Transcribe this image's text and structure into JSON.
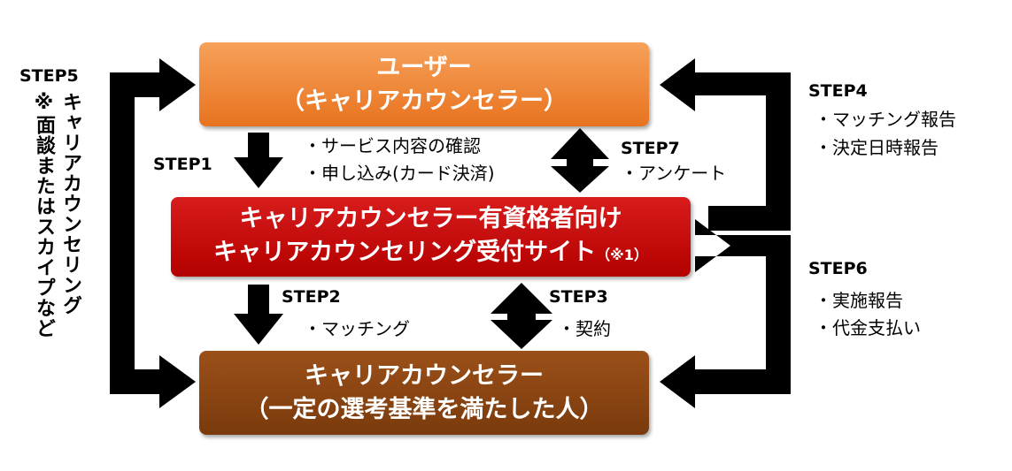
{
  "boxes": {
    "user": {
      "line1": "ユーザー",
      "line2": "（キャリアカウンセラー）"
    },
    "site": {
      "line1": "キャリアカウンセラー有資格者向け",
      "line2": "キャリアカウンセリング受付サイト",
      "note": "（※1）"
    },
    "counselor": {
      "line1": "キャリアカウンセラー",
      "line2": "（一定の選考基準を満たした人）"
    }
  },
  "steps": {
    "step1": {
      "label": "STEP1",
      "items": [
        "・サービス内容の確認",
        "・申し込み(カード決済)"
      ]
    },
    "step2": {
      "label": "STEP2",
      "items": [
        "・マッチング"
      ]
    },
    "step3": {
      "label": "STEP3",
      "items": [
        "・契約"
      ]
    },
    "step4": {
      "label": "STEP4",
      "items": [
        "・マッチング報告",
        "・決定日時報告"
      ]
    },
    "step5": {
      "label": "STEP5",
      "col1": "キャリアカウンセリング",
      "col2": "※面談またはスカイプなど"
    },
    "step6": {
      "label": "STEP6",
      "items": [
        "・実施報告",
        "・代金支払い"
      ]
    },
    "step7": {
      "label": "STEP7",
      "items": [
        "・アンケート"
      ]
    }
  },
  "colors": {
    "user_box": "#e8731f",
    "site_box": "#c00000",
    "counselor_box": "#7a3a0c",
    "arrows": "#000000"
  }
}
